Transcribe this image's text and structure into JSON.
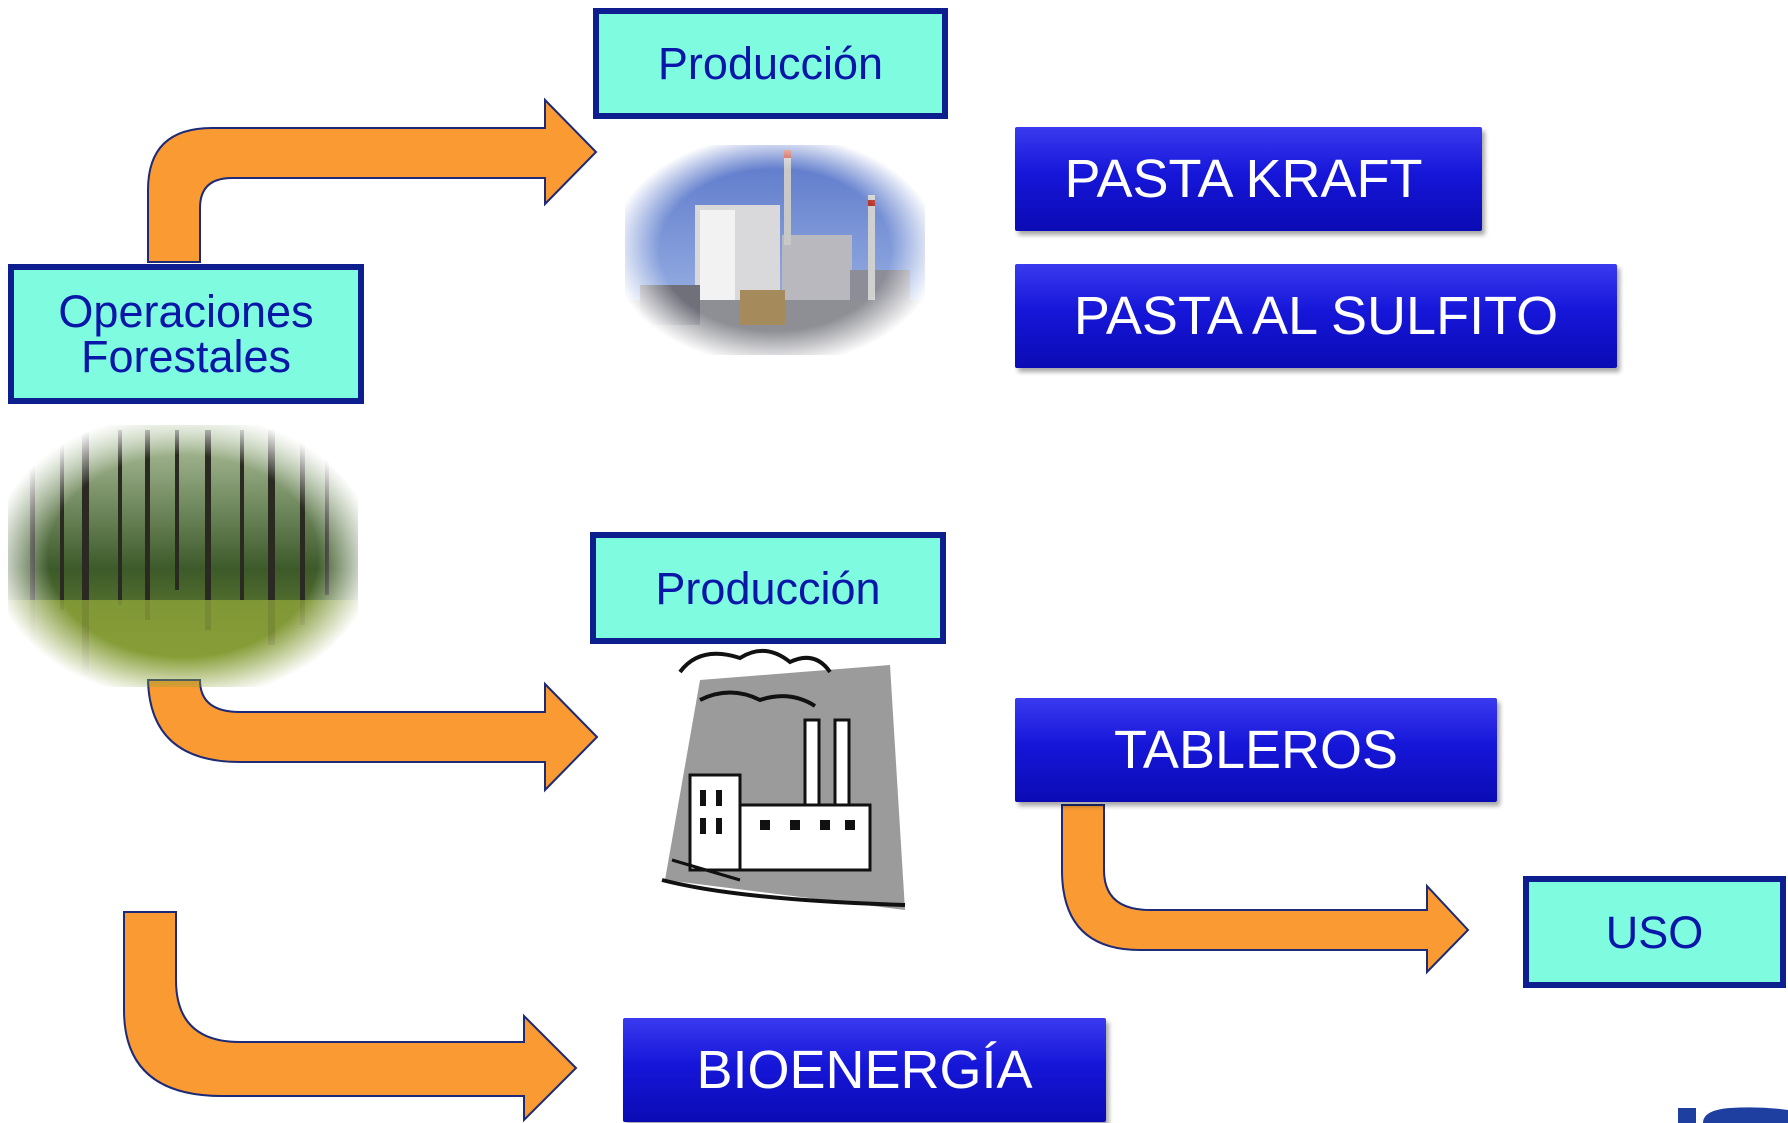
{
  "nodes": {
    "production_top": "Producción",
    "operaciones_line1": "Operaciones",
    "operaciones_line2": "Forestales",
    "production_mid": "Producción",
    "uso": "USO"
  },
  "products": {
    "pasta_kraft": "PASTA KRAFT",
    "pasta_sulfito": "PASTA AL SULFITO",
    "tableros": "TABLEROS",
    "bioenergia": "BIOENERGÍA"
  },
  "icons": {
    "pulp_mill": "pulp-mill-photo",
    "forest": "forest-photo",
    "factory": "factory-clipart",
    "logo": "partial-logo"
  },
  "colors": {
    "aqua_fill": "#7ffbe0",
    "aqua_border": "#0d1f8f",
    "aqua_text": "#0a16a8",
    "blue_box": "#1616d9",
    "arrow_fill": "#f99a32",
    "arrow_stroke": "#1d2a78"
  }
}
